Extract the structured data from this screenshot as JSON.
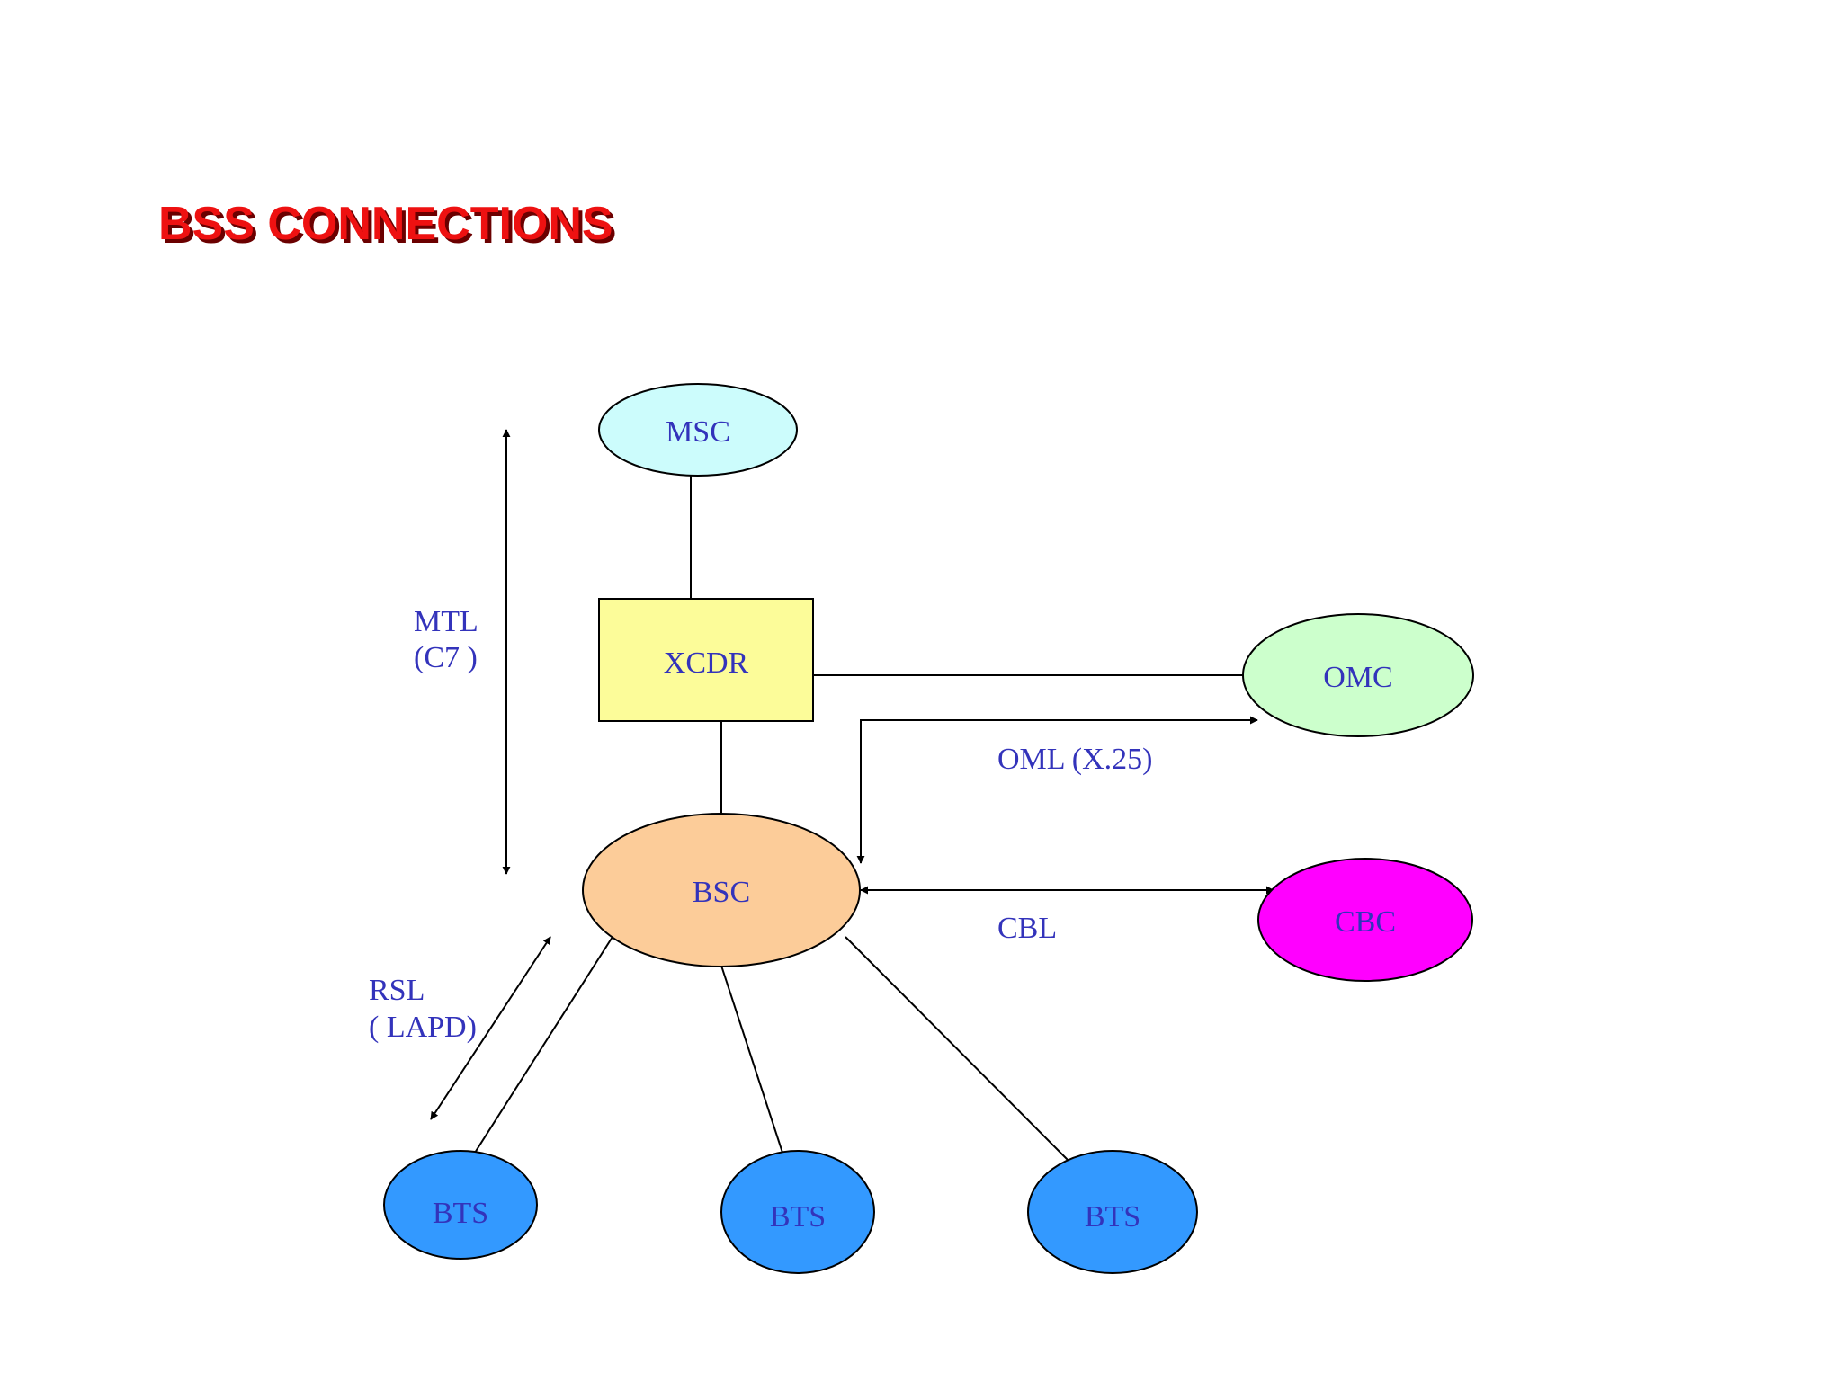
{
  "title": "BSS CONNECTIONS",
  "colors": {
    "title": "#ee1111",
    "title_shadow": "#6b0000",
    "label_text": "#3333bb",
    "msc_fill": "#ccfcfc",
    "xcdr_fill": "#fcfc99",
    "omc_fill": "#ccffcc",
    "bsc_fill": "#fccc99",
    "cbc_fill": "#ff00ff",
    "bts_fill": "#3399ff",
    "line": "#000000"
  },
  "nodes": {
    "msc": "MSC",
    "xcdr": "XCDR",
    "omc": "OMC",
    "bsc": "BSC",
    "cbc": "CBC",
    "bts": [
      "BTS",
      "BTS",
      "BTS"
    ]
  },
  "links": {
    "mtl": {
      "line1": "MTL",
      "line2": "(C7 )"
    },
    "oml": "OML (X.25)",
    "cbl": "CBL",
    "rsl": {
      "line1": "RSL",
      "line2": "( LAPD)"
    }
  }
}
